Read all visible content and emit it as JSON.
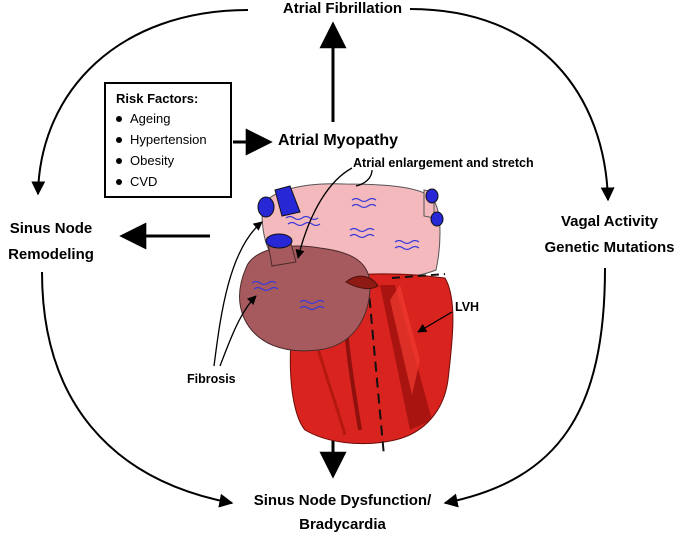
{
  "labels": {
    "atrial_fibrillation": "Atrial Fibrillation",
    "atrial_myopathy": "Atrial Myopathy",
    "atrial_enlargement": "Atrial enlargement and stretch",
    "sinus_node_line1": "Sinus Node",
    "sinus_node_line2": "Remodeling",
    "vagal_activity": "Vagal Activity",
    "genetic_mutations": "Genetic Mutations",
    "lvh": "LVH",
    "fibrosis": "Fibrosis",
    "sinus_dysfunction_line1": "Sinus Node Dysfunction/",
    "sinus_dysfunction_line2": "Bradycardia"
  },
  "risk_factors": {
    "title": "Risk Factors:",
    "items": [
      "Ageing",
      "Hypertension",
      "Obesity",
      "CVD"
    ]
  },
  "colors": {
    "ventricle_red": "#d8231e",
    "ventricle_dark": "#a91410",
    "right_atrium_brown": "#a65a5e",
    "left_atrium_pink": "#f4b9bd",
    "vessel_blue": "#2727d6",
    "wave_blue": "#3a3ad8"
  }
}
